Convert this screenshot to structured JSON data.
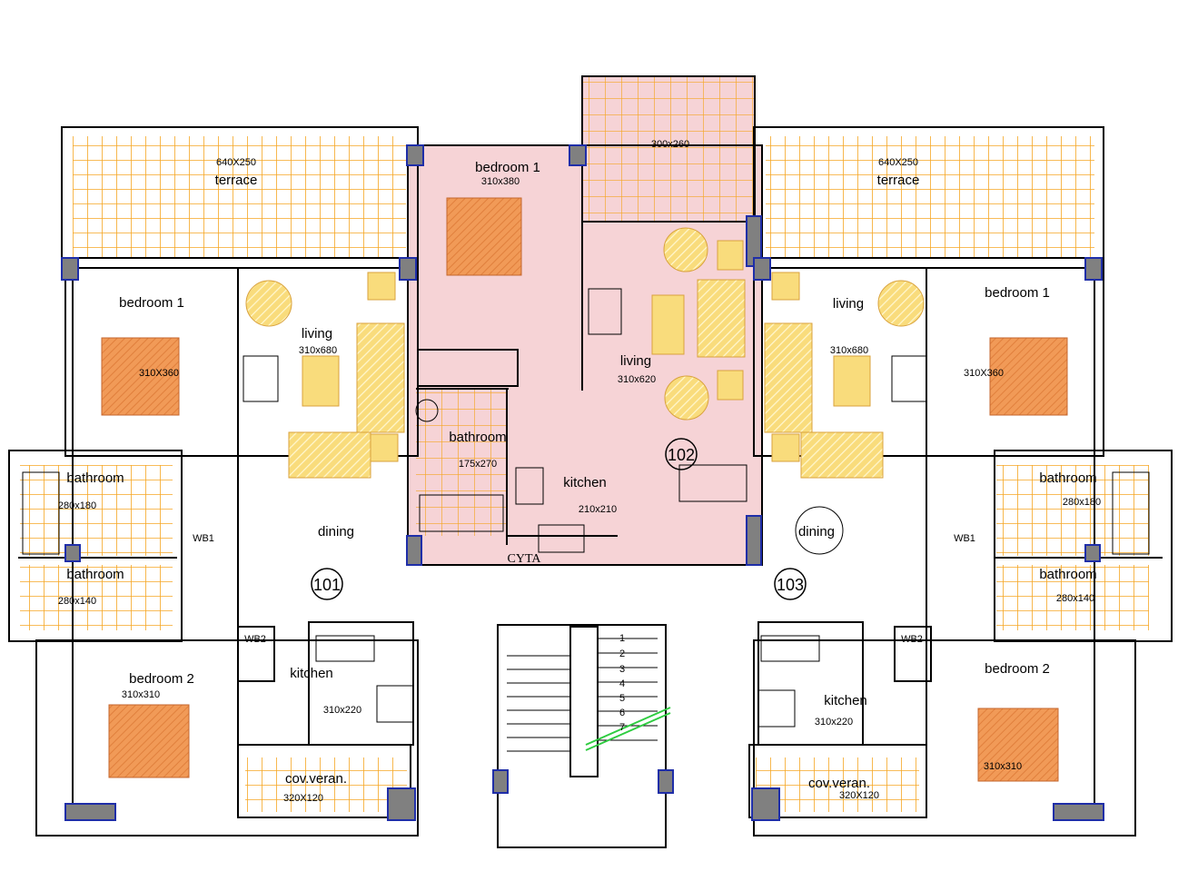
{
  "colors": {
    "tile_grid": "#f5a623",
    "unit_highlight": "#f6d3d6",
    "bed": "#f19a57",
    "furniture": "#f9dc7c",
    "column": "#808080",
    "column_edge": "#1f2ea8",
    "stair_mark": "#2ecc40",
    "wall": "#000000"
  },
  "units": [
    {
      "number": "101",
      "terrace": {
        "dim": "640X250",
        "name": "terrace"
      },
      "bedroom1": {
        "name": "bedroom 1",
        "dim": "310X360"
      },
      "living": {
        "name": "living",
        "dim": "310x680"
      },
      "bathroom1": {
        "name": "bathroom",
        "dim": "280x180"
      },
      "bathroom2": {
        "name": "bathroom",
        "dim": "280x140"
      },
      "wb1": "WB1",
      "wb2": "WB2",
      "dining": "dining",
      "bedroom2": {
        "name": "bedroom 2",
        "dim": "310x310"
      },
      "kitchen": {
        "name": "kitchen",
        "dim": "310x220"
      },
      "veranda": {
        "name": "cov.veran.",
        "dim": "320X120"
      }
    },
    {
      "number": "102",
      "bedroom1": {
        "name": "bedroom 1",
        "dim": "310x380"
      },
      "balcony": {
        "dim": "300x260"
      },
      "living": {
        "name": "living",
        "dim": "310x620"
      },
      "bathroom": {
        "name": "bathroom",
        "dim": "175x270"
      },
      "kitchen": {
        "name": "kitchen",
        "dim": "210x210"
      },
      "cyta": "CYTA"
    },
    {
      "number": "103",
      "terrace": {
        "dim": "640X250",
        "name": "terrace"
      },
      "bedroom1": {
        "name": "bedroom 1",
        "dim": "310X360"
      },
      "living": {
        "name": "living",
        "dim": "310x680"
      },
      "bathroom1": {
        "name": "bathroom",
        "dim": "280x180"
      },
      "bathroom2": {
        "name": "bathroom",
        "dim": "280x140"
      },
      "wb1": "WB1",
      "wb2": "WB2",
      "dining": "dining",
      "bedroom2": {
        "name": "bedroom 2",
        "dim": "310x310"
      },
      "kitchen": {
        "name": "kitchen",
        "dim": "310x220"
      },
      "veranda": {
        "name": "cov.veran.",
        "dim": "320X120"
      }
    }
  ],
  "stairs": {
    "steps": [
      "1",
      "2",
      "3",
      "4",
      "5",
      "6",
      "7"
    ]
  }
}
